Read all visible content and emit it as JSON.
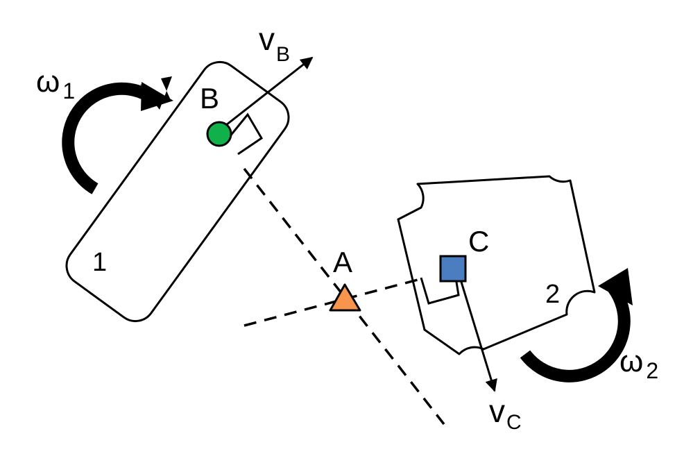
{
  "labels": {
    "omega1_symbol": "ω",
    "omega1_sub": "1",
    "omega2_symbol": "ω",
    "omega2_sub": "2",
    "vb_symbol": "v",
    "vb_sub": "B",
    "vc_symbol": "v",
    "vc_sub": "C",
    "point_b": "B",
    "point_a": "A",
    "point_c": "C",
    "body1": "1",
    "body2": "2"
  },
  "colors": {
    "point_b": "#10b04a",
    "point_a": "#f7954d",
    "point_c": "#4a7ec0",
    "ink": "#000000"
  }
}
